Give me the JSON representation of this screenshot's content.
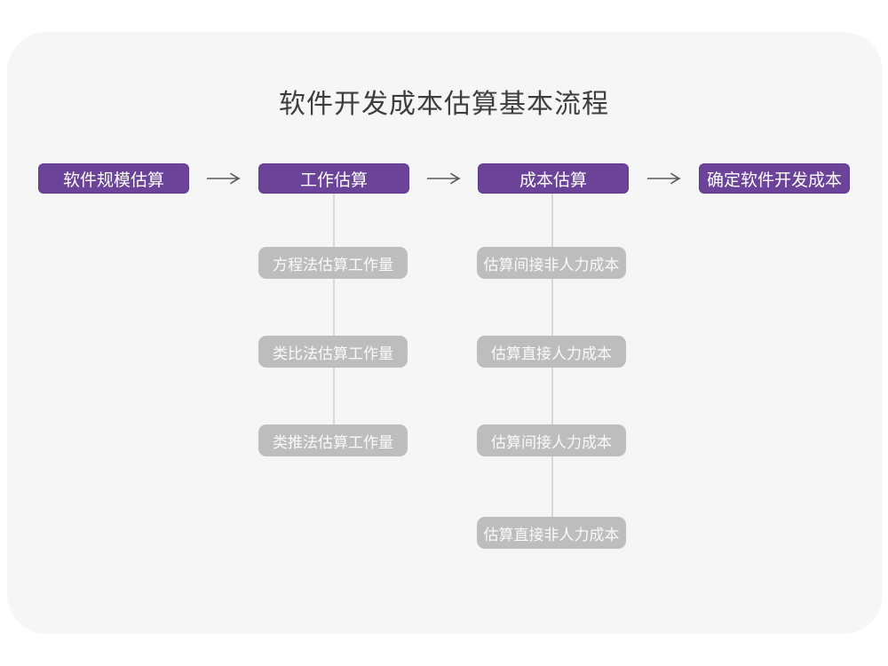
{
  "title": "软件开发成本估算基本流程",
  "colors": {
    "primary_purple": "#6b4399",
    "sub_gray": "#bdbdbd",
    "card_background": "#f6f6f7",
    "connector_line": "#d8d8d8",
    "arrow": "#58585a",
    "title_text": "#3d3d3d"
  },
  "flow": {
    "main_nodes": [
      {
        "label": "软件规模估算"
      },
      {
        "label": "工作估算"
      },
      {
        "label": "成本估算"
      },
      {
        "label": "确定软件开发成本"
      }
    ],
    "work_estimation_methods": [
      {
        "label": "方程法估算工作量"
      },
      {
        "label": "类比法估算工作量"
      },
      {
        "label": "类推法估算工作量"
      }
    ],
    "cost_estimation_steps": [
      {
        "label": "估算间接非人力成本"
      },
      {
        "label": "估算直接人力成本"
      },
      {
        "label": "估算间接人力成本"
      },
      {
        "label": "估算直接非人力成本"
      }
    ]
  }
}
